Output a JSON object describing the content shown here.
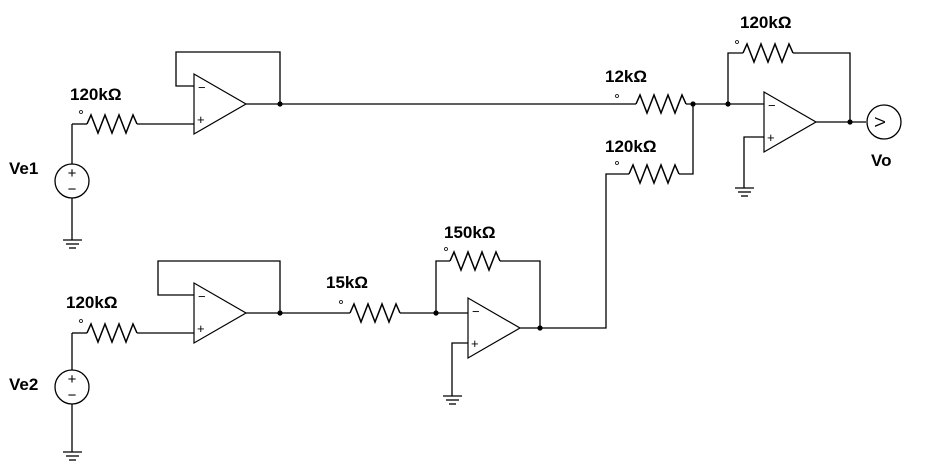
{
  "labels": {
    "ve1": "Ve1",
    "ve2": "Ve2",
    "vo": "Vo",
    "meter_symbol": "V"
  },
  "resistors": {
    "r_in1": "120kΩ",
    "r_in2": "120kΩ",
    "r_15k": "15kΩ",
    "r_150k": "150kΩ",
    "r_12k": "12kΩ",
    "r_120k_sum": "120kΩ",
    "r_feedback": "120kΩ"
  },
  "signs": {
    "minus": "−",
    "plus": "+"
  }
}
